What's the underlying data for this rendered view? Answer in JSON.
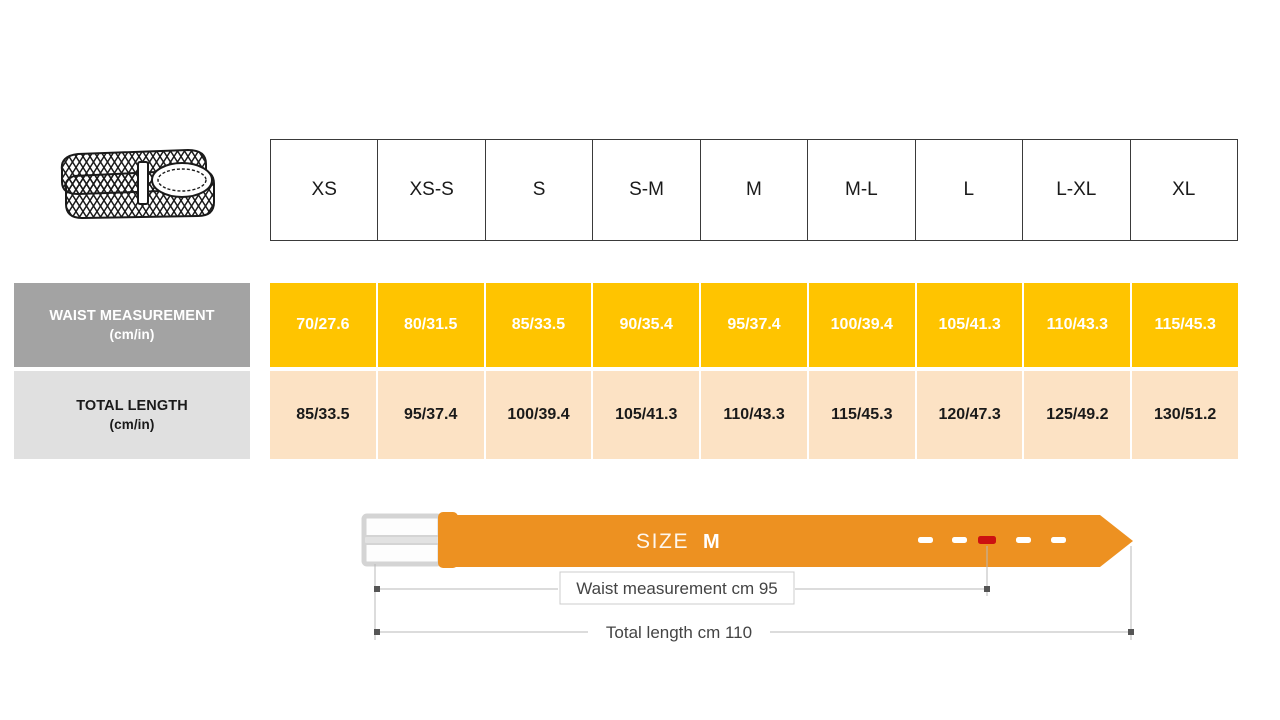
{
  "product": {
    "icon": "braided-belt-illustration"
  },
  "table": {
    "sizes": [
      "XS",
      "XS-S",
      "S",
      "S-M",
      "M",
      "M-L",
      "L",
      "L-XL",
      "XL"
    ],
    "rows": [
      {
        "id": "waist",
        "label": "WAIST MEASUREMENT",
        "unit": "(cm/in)",
        "values": [
          "70/27.6",
          "80/31.5",
          "85/33.5",
          "90/35.4",
          "95/37.4",
          "100/39.4",
          "105/41.3",
          "110/43.3",
          "115/45.3"
        ]
      },
      {
        "id": "length",
        "label": "TOTAL LENGTH",
        "unit": "(cm/in)",
        "values": [
          "85/33.5",
          "95/37.4",
          "100/39.4",
          "105/41.3",
          "110/43.3",
          "115/45.3",
          "120/47.3",
          "125/49.2",
          "130/51.2"
        ]
      }
    ]
  },
  "diagram": {
    "size_prefix": "SIZE",
    "size_value": "M",
    "waist_label": "Waist measurement cm 95",
    "total_label": "Total length cm 110",
    "holes_total": 5,
    "highlighted_hole_index": 2
  },
  "colors": {
    "waist_row_bg": "#ffc400",
    "waist_label_bg": "#a3a3a3",
    "length_row_bg": "#fce2c4",
    "length_label_bg": "#e0e0e0",
    "belt_orange": "#ed9121",
    "buckle_gray": "#d8d8d8",
    "highlight_hole": "#cc1111",
    "page_bg": "#ffffff"
  }
}
